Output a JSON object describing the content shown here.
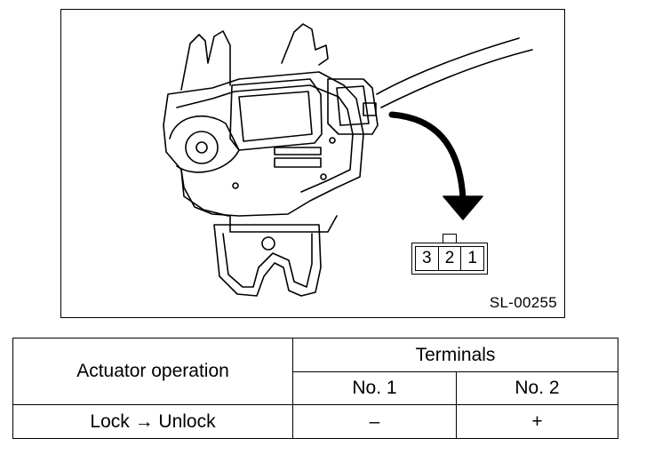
{
  "figure": {
    "code": "SL-00255",
    "connector_pins": [
      "3",
      "2",
      "1"
    ]
  },
  "table": {
    "row_header": "Actuator operation",
    "group_header": "Terminals",
    "columns": [
      "No. 1",
      "No. 2"
    ],
    "rows": [
      {
        "operation": "Lock → Unlock",
        "values": [
          "–",
          "+"
        ]
      }
    ]
  }
}
